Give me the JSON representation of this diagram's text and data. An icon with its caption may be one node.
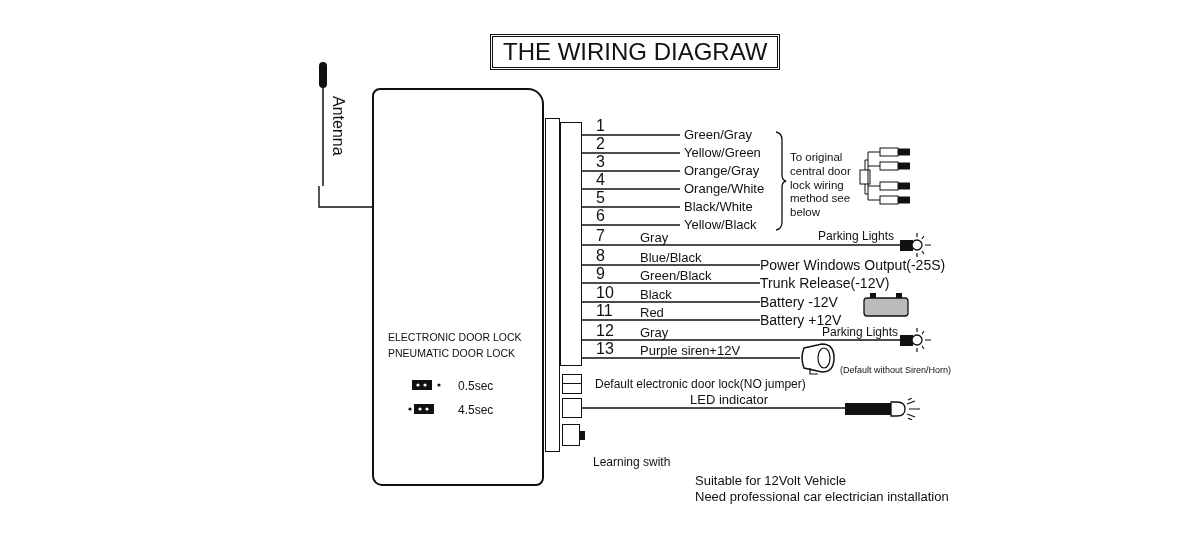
{
  "diagram": {
    "title": "THE WIRING DIAGRAW",
    "nodes": [
      {
        "text": [
          "Antenna"
        ]
      },
      {
        "text": [
          "ELECTRONIC DOOR LOCK",
          "PNEUMATIC DOOR LOCK",
          "0.5sec",
          "4.5sec"
        ]
      },
      {
        "text": [],
        "shape": "box"
      },
      {
        "text": [],
        "shape": "picture",
        "beside": [
          "Parking Lights"
        ]
      },
      {
        "text": [
          "Power Windows Output(-25S)"
        ]
      },
      {
        "text": [
          "Trunk Release(-12V)"
        ]
      },
      {
        "text": [
          "Battery -12V"
        ]
      },
      {
        "text": [
          "Battery +12V"
        ]
      },
      {
        "text": [],
        "shape": "picture",
        "beside": [
          "Parking Lights"
        ]
      },
      {
        "text": [],
        "shape": "picture",
        "beside": [
          "(Default without Siren/Horn)"
        ]
      },
      {
        "text": [],
        "shape": "box",
        "beside": [
          "Default electronic door lock(NO jumper)"
        ]
      },
      {
        "text": [],
        "shape": "box"
      },
      {
        "text": [],
        "shape": "picture"
      },
      {
        "text": [],
        "shape": "box",
        "beside": [
          "Learning swith"
        ]
      },
      {
        "text": [],
        "shape": "bar"
      }
    ],
    "edges": [
      {
        "from": 0,
        "to": 1,
        "arrow": "none"
      },
      {
        "from": 2,
        "to": null,
        "arrow": "none",
        "label": "Green/Gray"
      },
      {
        "from": 2,
        "to": null,
        "arrow": "none",
        "label": "Yellow/Green"
      },
      {
        "from": 2,
        "to": null,
        "arrow": "none",
        "label": "Orange/Gray"
      },
      {
        "from": 2,
        "to": null,
        "arrow": "none",
        "label": "Orange/White"
      },
      {
        "from": 2,
        "to": null,
        "arrow": "none",
        "label": "Black/White"
      },
      {
        "from": 2,
        "to": null,
        "arrow": "none",
        "label": "Yellow/Black"
      },
      {
        "from": 2,
        "to": 3,
        "arrow": "none",
        "label": "Gray"
      },
      {
        "from": 2,
        "to": 4,
        "arrow": "none",
        "label": "Blue/Black"
      },
      {
        "from": 2,
        "to": 5,
        "arrow": "none",
        "label": "Green/Black"
      },
      {
        "from": 2,
        "to": 6,
        "arrow": "none",
        "label": "Black"
      },
      {
        "from": 2,
        "to": 7,
        "arrow": "none",
        "label": "Red"
      },
      {
        "from": 2,
        "to": 8,
        "arrow": "none",
        "label": "Gray"
      },
      {
        "from": 2,
        "to": 9,
        "arrow": "none",
        "label": "Purple siren+12V"
      },
      {
        "from": 11,
        "to": 12,
        "arrow": "none",
        "label": "LED indicator"
      }
    ],
    "labels": [
      "1",
      "2",
      "3",
      "4",
      "5",
      "6",
      "7",
      "8",
      "9",
      "10",
      "11",
      "12",
      "13",
      "To original central door lock wiring method see below",
      "Suitable for 12Volt Vehicle",
      "Need professional car electrician installation"
    ]
  }
}
